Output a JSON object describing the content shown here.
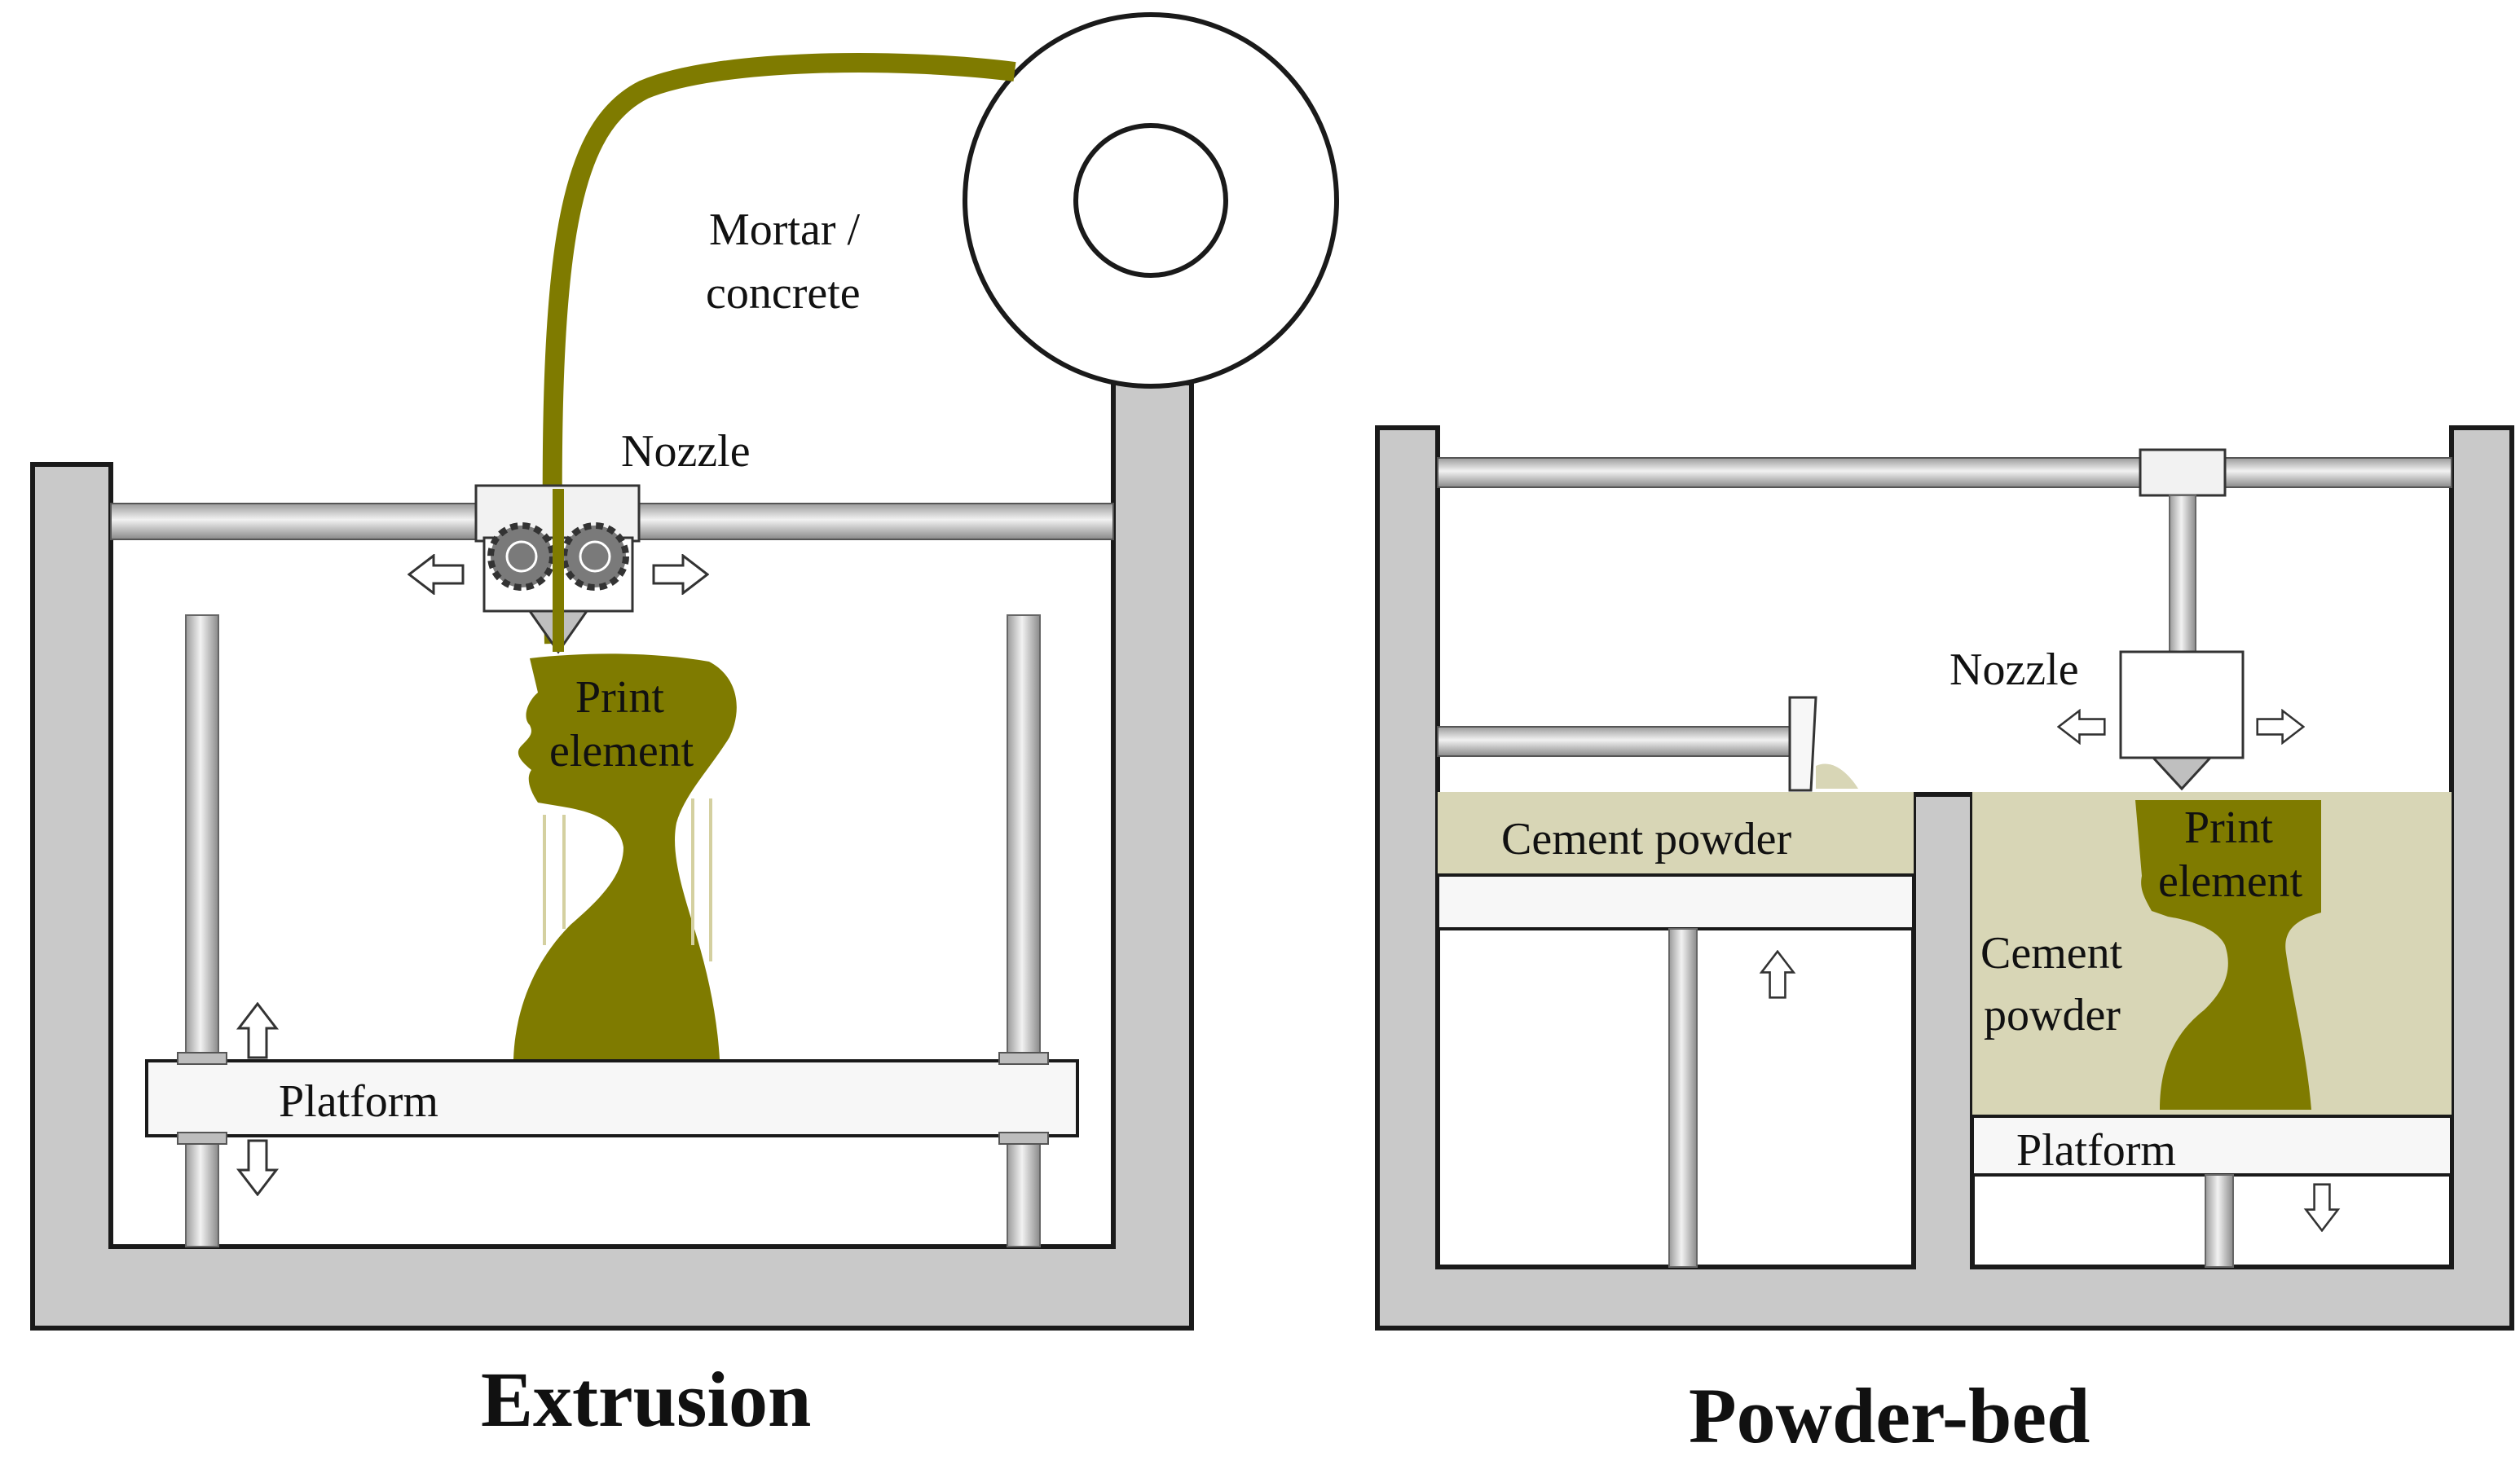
{
  "colors": {
    "frame": "#c9c9c9",
    "outline": "#1a1a1a",
    "material": "#7f7b00",
    "powder": "#d8d6b6",
    "rod": "#b8b8b8"
  },
  "extrusion": {
    "title": "Extrusion",
    "material_label_line1": "Mortar /",
    "material_label_line2": "concrete",
    "nozzle_label": "Nozzle",
    "element_label_line1": "Print",
    "element_label_line2": "element",
    "platform_label": "Platform"
  },
  "powder_bed": {
    "title": "Powder-bed",
    "nozzle_label": "Nozzle",
    "supply_label": "Cement powder",
    "bed_label_line1": "Cement",
    "bed_label_line2": "powder",
    "element_label_line1": "Print",
    "element_label_line2": "element",
    "platform_label": "Platform"
  },
  "icons": {
    "move_left": "arrow-left-icon",
    "move_right": "arrow-right-icon",
    "move_up": "arrow-up-icon",
    "move_down": "arrow-down-icon",
    "gears": "gear-icon",
    "spool": "spool-icon"
  }
}
